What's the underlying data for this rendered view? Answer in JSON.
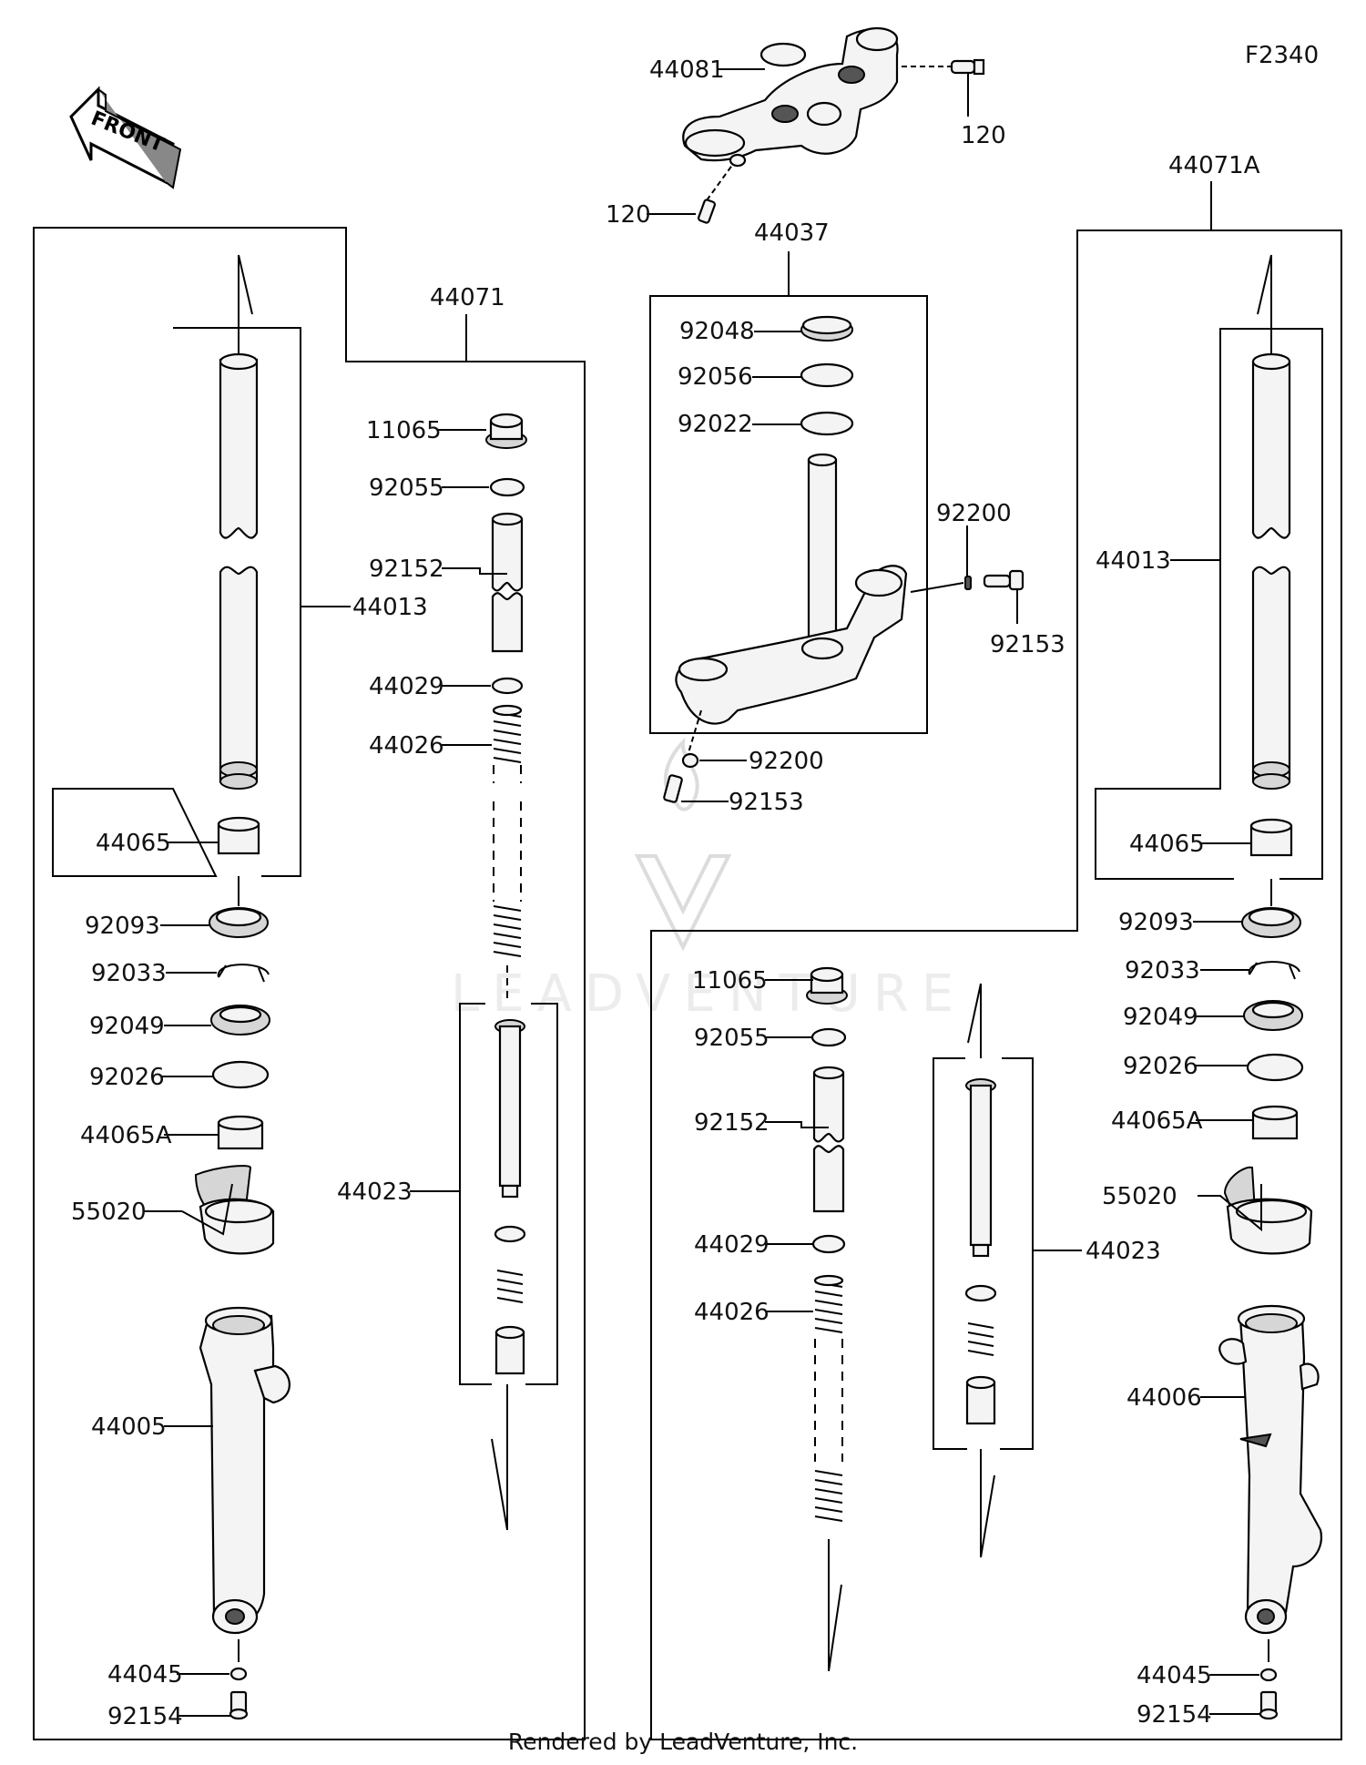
{
  "diagram_code": "F2340",
  "front_label": "FRONT",
  "watermark": "LEADVENTURE",
  "footer": "Rendered by LeadVenture, Inc.",
  "labels": {
    "top_44081": "44081",
    "top_120_right": "120",
    "top_120_left": "120",
    "stem_44037": "44037",
    "stem_92048": "92048",
    "stem_92056": "92056",
    "stem_92022": "92022",
    "stem_92200_top": "92200",
    "stem_92153_right": "92153",
    "stem_92200_bottom": "92200",
    "stem_92153_bottom": "92153",
    "left_44071": "44071",
    "left_11065": "11065",
    "left_92055": "92055",
    "left_92152": "92152",
    "left_44013": "44013",
    "left_44029": "44029",
    "left_44026": "44026",
    "left_44065": "44065",
    "left_92093": "92093",
    "left_92033": "92033",
    "left_92049": "92049",
    "left_92026": "92026",
    "left_44065A": "44065A",
    "left_44023": "44023",
    "left_55020": "55020",
    "left_44005": "44005",
    "left_44045": "44045",
    "left_92154": "92154",
    "right_44071A": "44071A",
    "right_44013": "44013",
    "right_44065": "44065",
    "right_92093": "92093",
    "right_92033": "92033",
    "right_11065": "11065",
    "right_92049": "92049",
    "right_92055": "92055",
    "right_92026": "92026",
    "right_92152": "92152",
    "right_44065A": "44065A",
    "right_55020": "55020",
    "right_44029": "44029",
    "right_44023": "44023",
    "right_44026": "44026",
    "right_44006": "44006",
    "right_44045": "44045",
    "right_92154": "92154"
  }
}
